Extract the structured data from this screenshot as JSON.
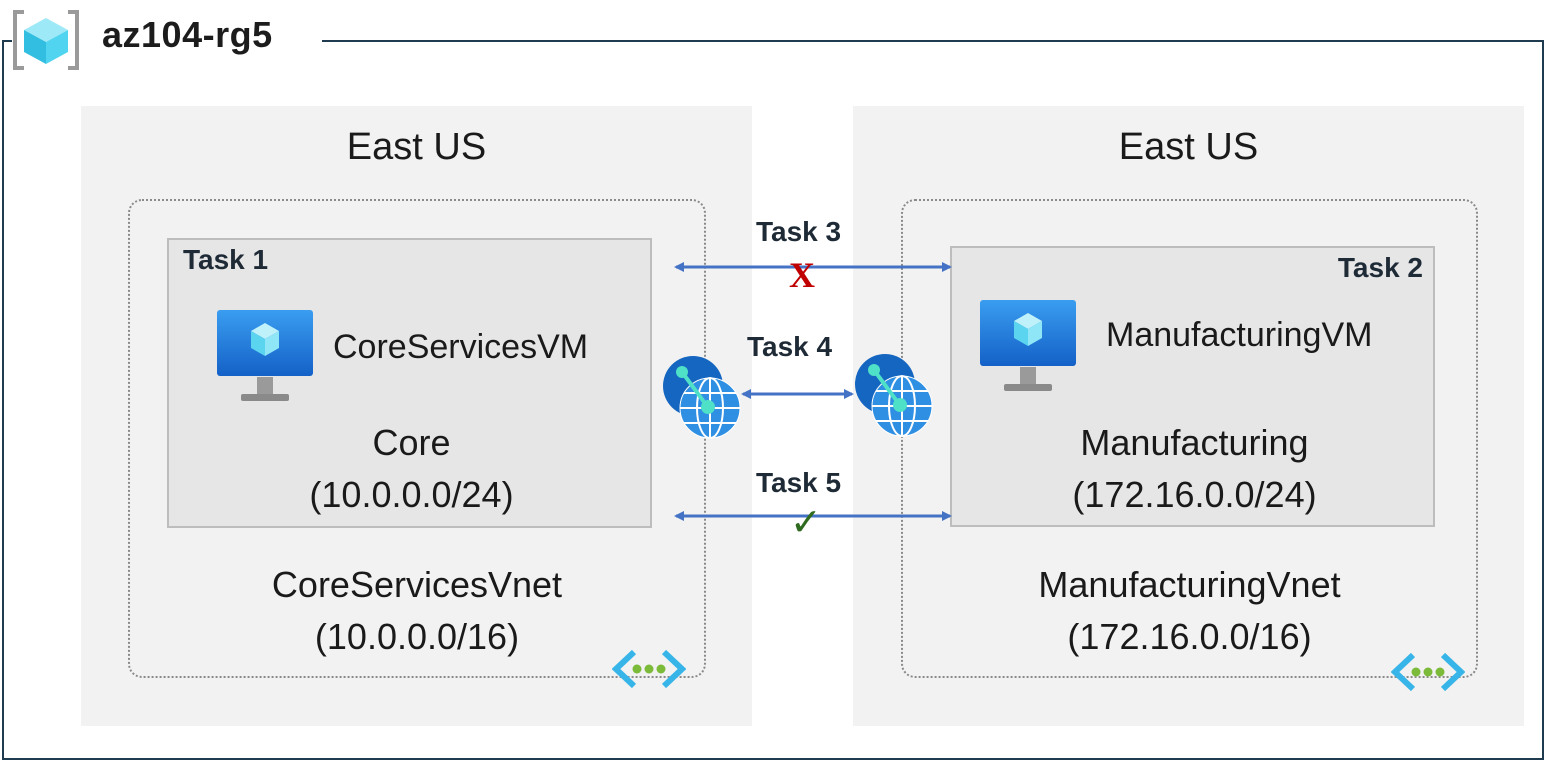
{
  "resource_group": {
    "name": "az104-rg5"
  },
  "left": {
    "region": "East US",
    "subnet_task": "Task 1",
    "vm_name": "CoreServicesVM",
    "subnet_name": "Core",
    "subnet_cidr": "(10.0.0.0/24)",
    "vnet_name": "CoreServicesVnet",
    "vnet_cidr": "(10.0.0.0/16)"
  },
  "right": {
    "region": "East US",
    "subnet_task": "Task 2",
    "vm_name": "ManufacturingVM",
    "subnet_name": "Manufacturing",
    "subnet_cidr": "(172.16.0.0/24)",
    "vnet_name": "ManufacturingVnet",
    "vnet_cidr": "(172.16.0.0/16)"
  },
  "connections": [
    {
      "label": "Task 3",
      "status": "fail",
      "mark": "X"
    },
    {
      "label": "Task 4",
      "status": "peering"
    },
    {
      "label": "Task 5",
      "status": "success",
      "mark": "✓"
    }
  ],
  "colors": {
    "arrow": "#4472c4",
    "fail": "#c00000",
    "success": "#2e6b1f",
    "frame": "#1f3b4f"
  },
  "icons": [
    "resource-group-icon",
    "virtual-machine-icon",
    "peering-globe-icon",
    "vnet-icon"
  ]
}
